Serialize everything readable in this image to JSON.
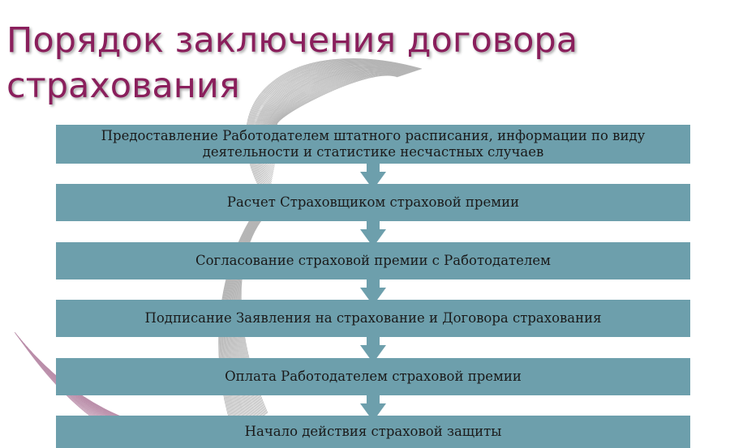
{
  "slide": {
    "title_line1": "Порядок заключения договора",
    "title_line2": "страхования"
  },
  "steps": [
    {
      "line1": "Предоставление Работодателем штатного расписания, информации по виду",
      "line2": "деятельности и статистике несчастных случаев"
    },
    {
      "label": "Расчет Страховщиком страховой премии"
    },
    {
      "label": "Согласование страховой премии с Работодателем"
    },
    {
      "label": "Подписание Заявления на страхование и Договора страхования"
    },
    {
      "label": "Оплата Работодателем страховой премии"
    },
    {
      "label": "Начало действия страховой защиты"
    }
  ],
  "colors": {
    "title": "#8a1f5c",
    "box": "#6d9fac",
    "decor_lines": "#a8a8a8"
  }
}
